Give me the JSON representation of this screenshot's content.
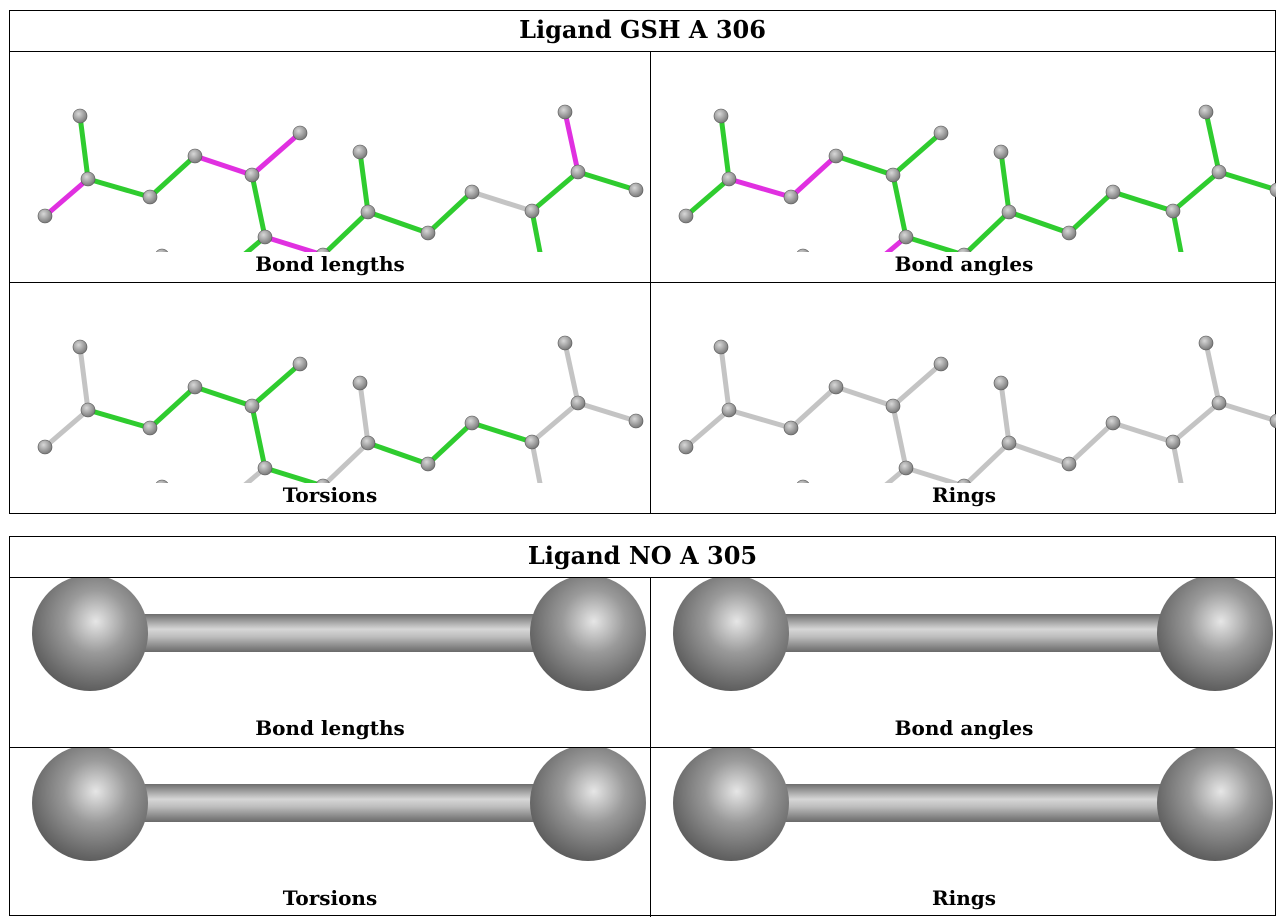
{
  "colors": {
    "good": "#2fcc2f",
    "outlier": "#e030e0",
    "neutral": "#c4c4c4",
    "atom": "#7a7a7a"
  },
  "panels": [
    {
      "title": "Ligand GSH A 306",
      "cells": [
        {
          "label": "Bond lengths",
          "variant": "lengths"
        },
        {
          "label": "Bond angles",
          "variant": "angles"
        },
        {
          "label": "Torsions",
          "variant": "torsions"
        },
        {
          "label": "Rings",
          "variant": "rings"
        }
      ]
    },
    {
      "title": "Ligand NO A 305",
      "cells": [
        {
          "label": "Bond lengths"
        },
        {
          "label": "Bond angles"
        },
        {
          "label": "Torsions"
        },
        {
          "label": "Rings"
        }
      ]
    }
  ]
}
